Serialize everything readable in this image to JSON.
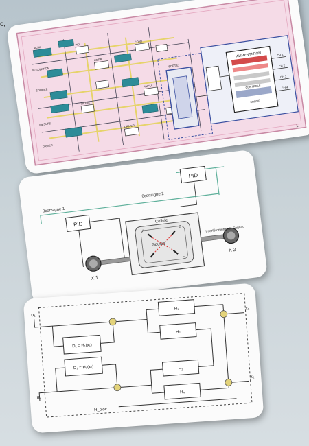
{
  "edge_text": "c,",
  "schematic": {
    "blocks_left": [
      "ALIM",
      "REGULATION",
      "SOURCE",
      "PID",
      "CORR",
      "MESURE",
      "FILTRE",
      "DRIVER"
    ],
    "blocks_mid": [
      "CONV",
      "AMPLI",
      "DRIVER",
      "SORTIE"
    ],
    "main_block": [
      "ALIMENTATION",
      "CONTROLE",
      "SORTIE"
    ],
    "side_labels": [
      "CH 1",
      "CH 2",
      "CH 3",
      "CH 4"
    ],
    "footer": "1"
  },
  "setup_diagram": {
    "pid_left": "PID",
    "pid_right": "PID",
    "theta_left": "θconsigne,1",
    "theta_right": "θconsigne,2",
    "chamber_title": "Cellule",
    "chamber_inner": "Source",
    "right_label": "Interféromètre de Sagnac",
    "motor_left": "X 1",
    "motor_right": "X 2",
    "small_labels": [
      "A",
      "B",
      "C"
    ]
  },
  "block_diagram": {
    "left_blocks": [
      "D₁ = H₁(x₁)",
      "D₂ = H₂(x₂)"
    ],
    "right_blocks": [
      "H₁",
      "H₂",
      "H₃",
      "H₄"
    ],
    "inputs": [
      "u₁",
      "u₂"
    ],
    "outputs": [
      "x₁",
      "x₂"
    ],
    "bottom_label": "H_bloc"
  }
}
